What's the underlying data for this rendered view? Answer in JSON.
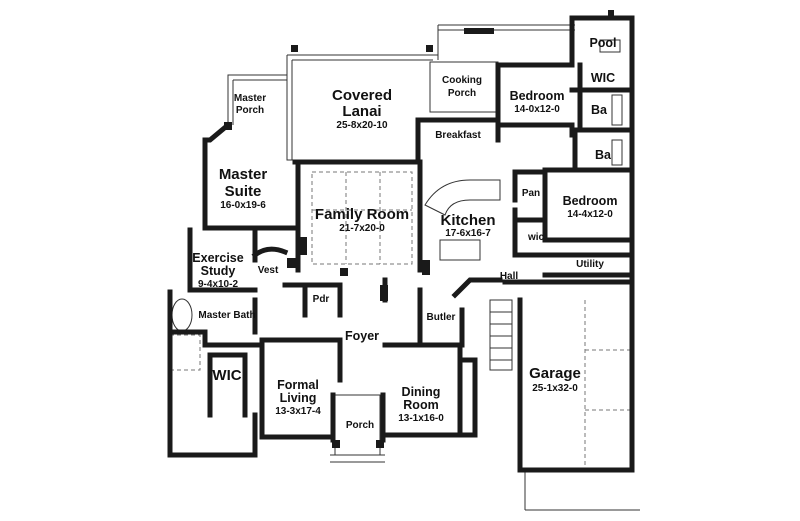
{
  "rooms": {
    "pool": "Pool",
    "wic_top": "WIC",
    "bedroom1": "Bedroom",
    "bedroom1_dim": "14-0x12-0",
    "ba1": "Ba",
    "ba2": "Ba",
    "cooking_porch_1": "Cooking",
    "cooking_porch_2": "Porch",
    "covered_lanai_1": "Covered",
    "covered_lanai_2": "Lanai",
    "covered_lanai_dim": "25-8x20-10",
    "master_porch_1": "Master",
    "master_porch_2": "Porch",
    "breakfast": "Breakfast",
    "master_suite_1": "Master",
    "master_suite_2": "Suite",
    "master_suite_dim": "16-0x19-6",
    "family_room": "Family Room",
    "family_room_dim": "21-7x20-0",
    "pan": "Pan",
    "bedroom2": "Bedroom",
    "bedroom2_dim": "14-4x12-0",
    "kitchen": "Kitchen",
    "kitchen_dim": "17-6x16-7",
    "wic_mid": "wic",
    "exercise_1": "Exercise",
    "exercise_2": "Study",
    "exercise_dim": "9-4x10-2",
    "vest": "Vest",
    "utility": "Utility",
    "hall": "Hall",
    "pdr": "Pdr",
    "master_bath": "Master Bath",
    "butler": "Butler",
    "foyer": "Foyer",
    "garage": "Garage",
    "garage_dim": "25-1x32-0",
    "wic_bottom": "WIC",
    "formal_living_1": "Formal",
    "formal_living_2": "Living",
    "formal_living_dim": "13-3x17-4",
    "dining_1": "Dining",
    "dining_2": "Room",
    "dining_dim": "13-1x16-0",
    "porch": "Porch"
  }
}
